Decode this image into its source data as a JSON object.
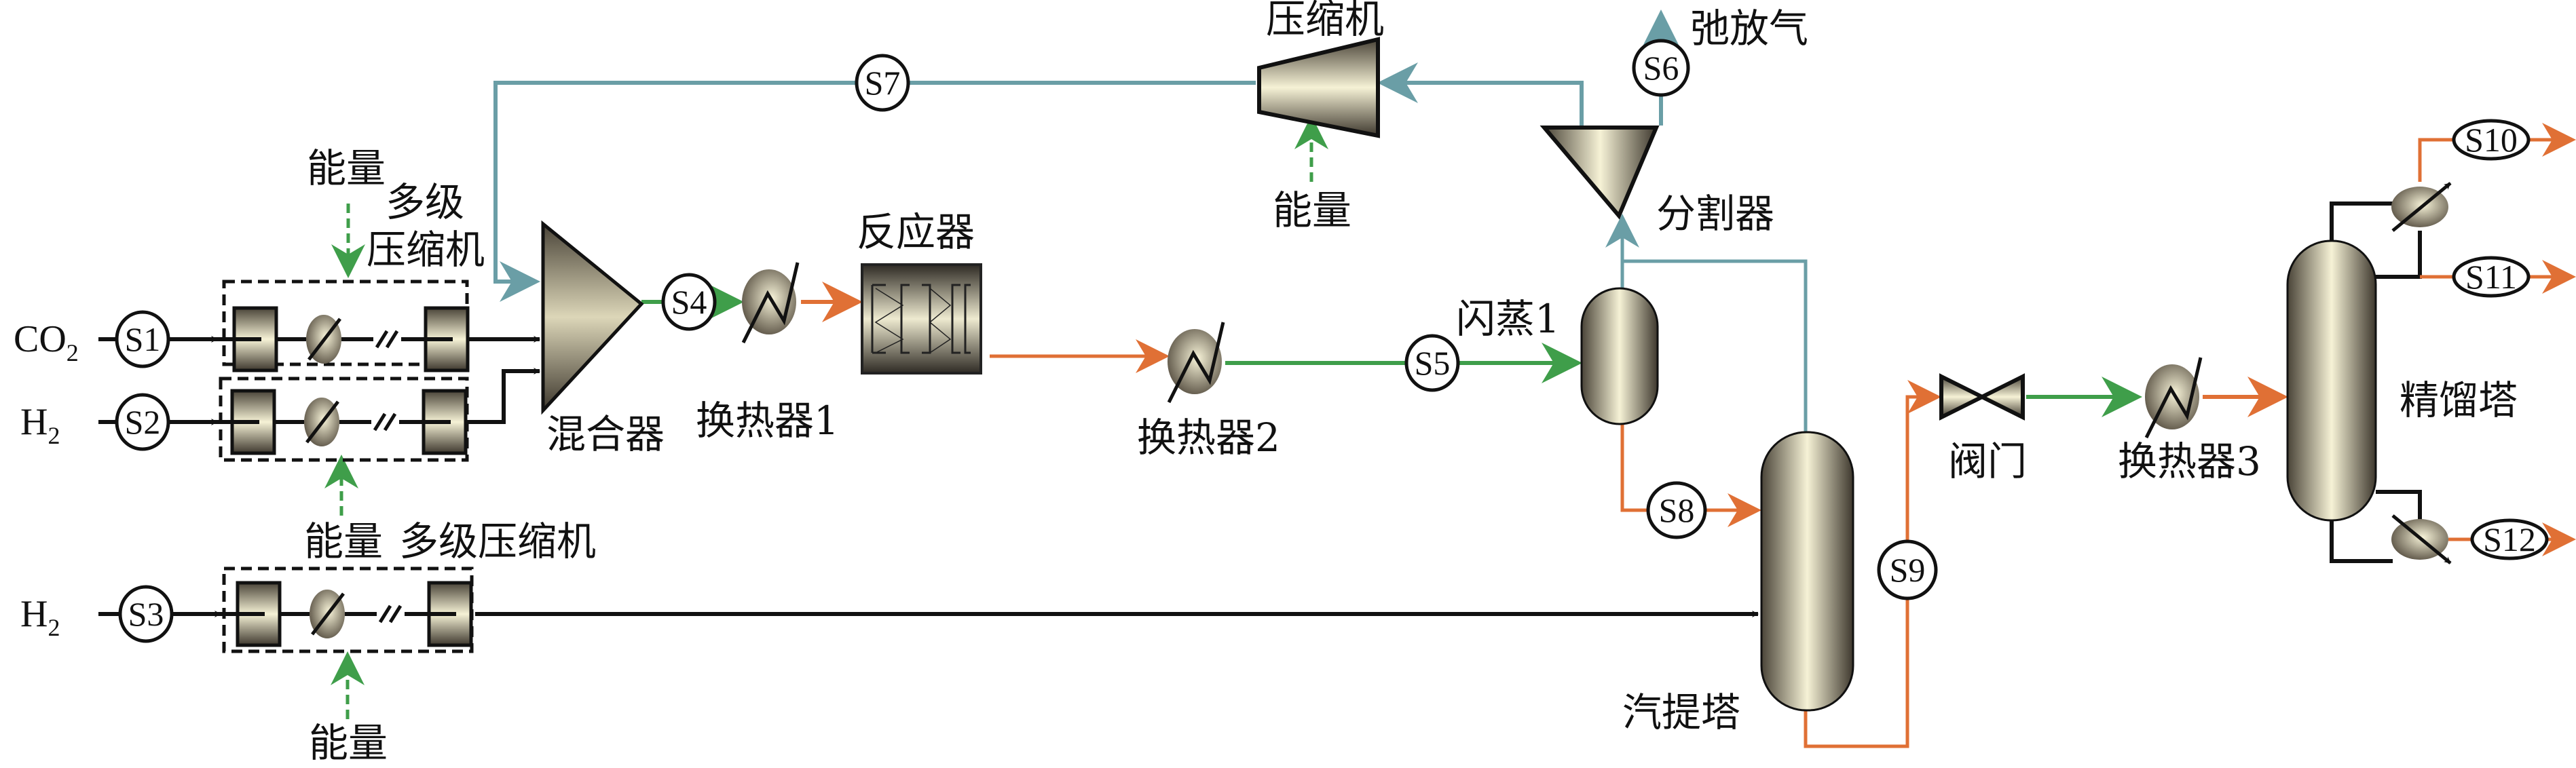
{
  "diagram": {
    "title": "CO2 hydrogenation process flow",
    "colors": {
      "gas_recycle": "#6a9ea6",
      "liquid_hot": "#e07035",
      "cooled": "#3f9e4a",
      "feed": "#111111",
      "energy": "#3f9e4a"
    },
    "feeds": [
      {
        "formula": "CO",
        "subscript": "2",
        "stream": "S1"
      },
      {
        "formula": "H",
        "subscript": "2",
        "stream": "S2"
      },
      {
        "formula": "H",
        "subscript": "2",
        "stream": "S3"
      }
    ],
    "units": {
      "mstage_comp_1_line1": "多级",
      "mstage_comp_1_line2": "压缩机",
      "mstage_comp_3": "多级压缩机",
      "energy": "能量",
      "mixer": "混合器",
      "hx1": "换热器1",
      "reactor": "反应器",
      "hx2": "换热器2",
      "flash": "闪蒸1",
      "splitter": "分割器",
      "compressor": "压缩机",
      "purge": "弛放气",
      "stripper": "汽提塔",
      "valve": "阀门",
      "hx3": "换热器3",
      "distillation": "精馏塔"
    },
    "streams": [
      "S1",
      "S2",
      "S3",
      "S4",
      "S5",
      "S6",
      "S7",
      "S8",
      "S9",
      "S10",
      "S11",
      "S12"
    ]
  }
}
